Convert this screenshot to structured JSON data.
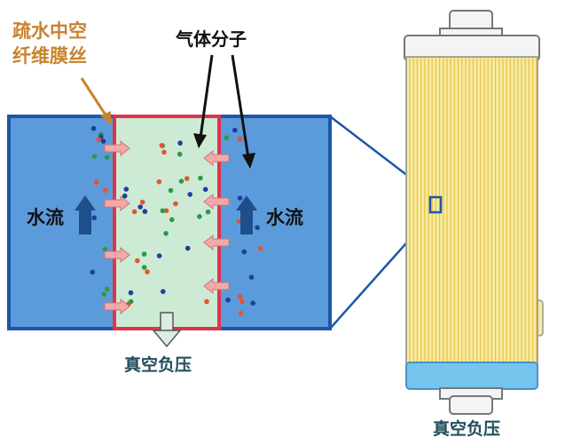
{
  "labels": {
    "fiber_line1": "疏水中空",
    "fiber_line2": "纤维膜丝",
    "gas_molecules": "气体分子",
    "water_flow_left": "水流",
    "water_flow_right": "水流",
    "vacuum_left": "真空负压",
    "vacuum_right": "真空负压"
  },
  "colors": {
    "water": "#5C9BDB",
    "water_border": "#1E56A8",
    "fiber_fill": "#CDEBD4",
    "membrane": "#E0344A",
    "permeation_arrow": "#F4A9A9",
    "flow_arrow": "#1E4E8C",
    "cartridge_body": "#F7EBA0",
    "cartridge_stripes": "#E6C24A",
    "cartridge_cap": "#74C4EE",
    "fiber_label": "#C8832E",
    "vacuum_label": "#1F4E5A"
  }
}
